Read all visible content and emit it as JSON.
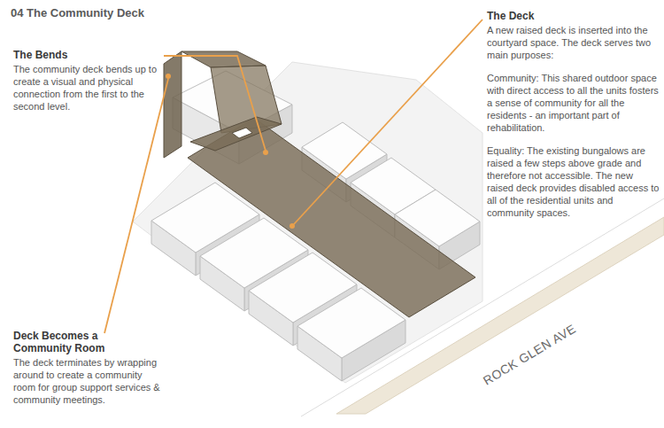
{
  "diagram": {
    "title": "04 The Community Deck",
    "labels": [
      "The Bends",
      "The community deck bends up to create a visual and physical connection from the first to the second level.",
      "The Deck",
      "A new raised deck is inserted into the courtyard space. The deck serves two main purposes:",
      "Community: This shared outdoor space with direct access to all the units fosters a sense of community for all the residents - an important part of rehabilitation.",
      "Equality: The existing bungalows are raised a few steps above grade and therefore not accessible. The new raised deck provides disabled access to all of the residential units and community spaces.",
      "Deck Becomes a Community Room",
      "The deck terminates by wrapping around to create a community room for group support services & community meetings.",
      "ROCK GLEN AVE"
    ]
  }
}
